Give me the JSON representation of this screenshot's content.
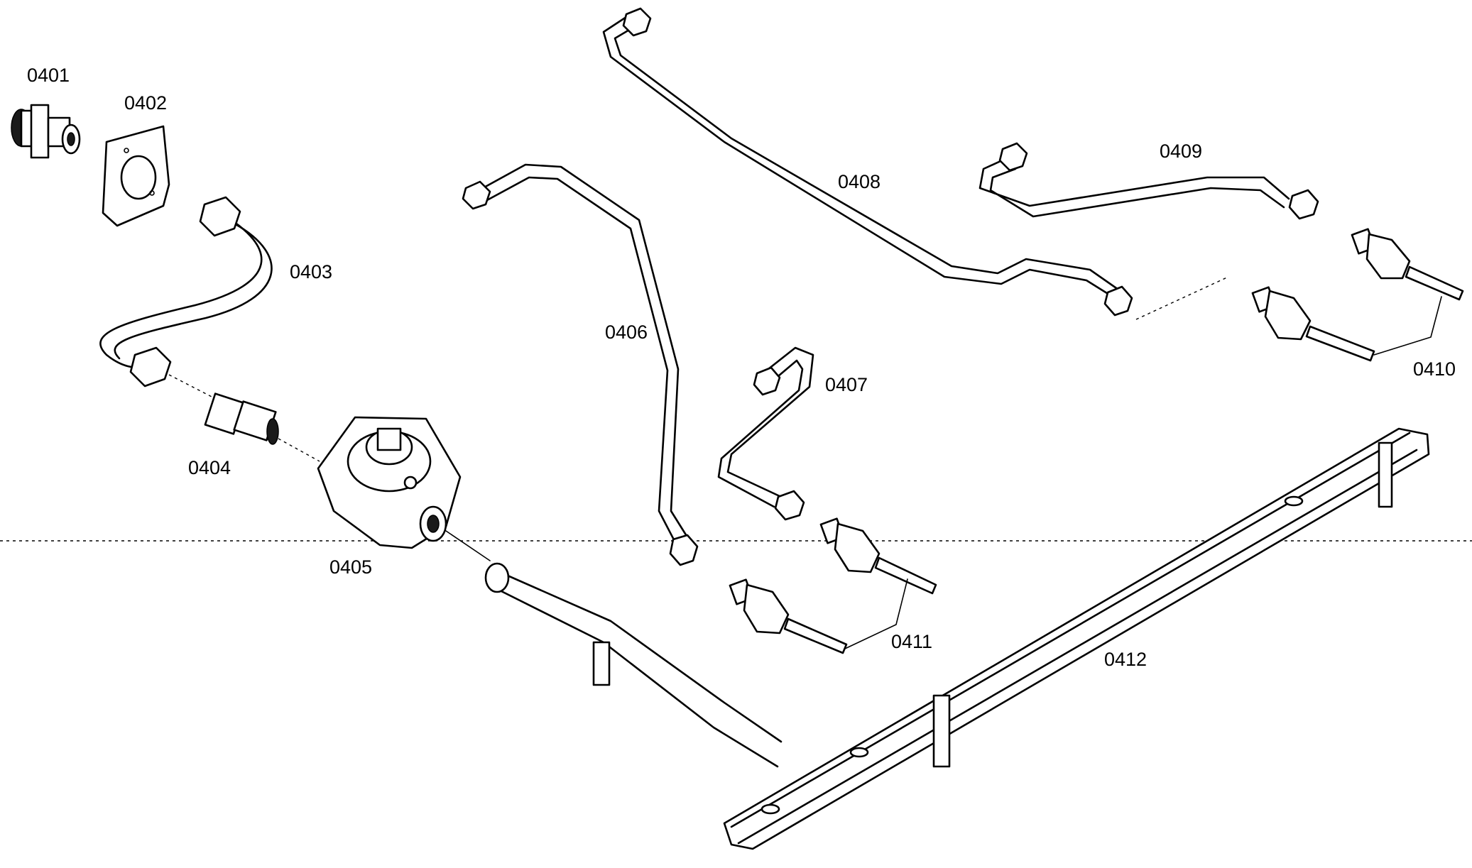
{
  "diagram": {
    "labels": {
      "p0401": "0401",
      "p0402": "0402",
      "p0403": "0403",
      "p0404": "0404",
      "p0405": "0405",
      "p0406": "0406",
      "p0407": "0407",
      "p0408": "0408",
      "p0409": "0409",
      "p0410": "0410",
      "p0411": "0411",
      "p0412": "0412"
    }
  }
}
